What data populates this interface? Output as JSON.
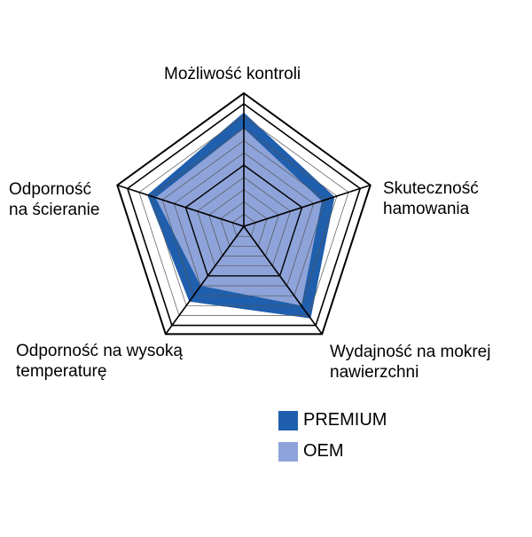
{
  "chart_data": {
    "type": "radar",
    "axes": [
      "Możliwość kontroli",
      "Skuteczność hamowania",
      "Wydajność na mokrej nawierzchni",
      "Odporność na wysoką temperaturę",
      "Odporność na ścieranie"
    ],
    "axis_label_lines": [
      [
        "Możliwość kontroli"
      ],
      [
        "Skuteczność",
        "hamowania"
      ],
      [
        "Wydajność na mokrej",
        "nawierzchni"
      ],
      [
        "Odporność na wysoką",
        "temperaturę"
      ],
      [
        "Odporność",
        "na ścieranie"
      ]
    ],
    "scale": {
      "min": 0,
      "max": 10,
      "grid_levels": 10
    },
    "series": [
      {
        "name": "PREMIUM",
        "color": "#1f5fad",
        "values": [
          9.3,
          7.8,
          9.3,
          7.6,
          8.3
        ]
      },
      {
        "name": "OEM",
        "color": "#8ea3d9",
        "values": [
          8.0,
          6.7,
          8.0,
          6.0,
          7.6
        ]
      }
    ],
    "legend": {
      "placement": "bottom-right"
    }
  }
}
